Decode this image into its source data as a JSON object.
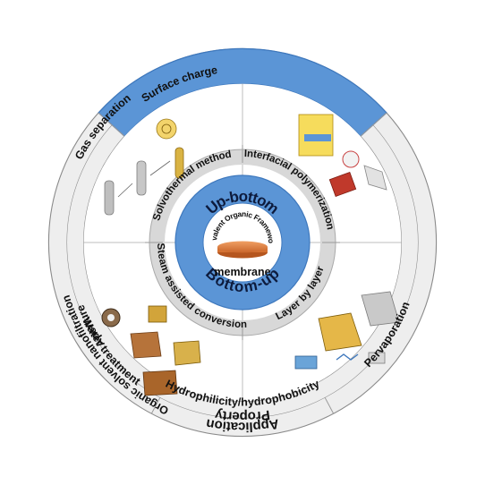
{
  "application": {
    "title": "Application",
    "left": "Gas separation",
    "right": "Organic solvent nanofiltration",
    "bottom_left": "Water treatment",
    "bottom_right": "Pervaporation"
  },
  "property": {
    "title": "Property",
    "left": "Surface charge",
    "right": "Aperture",
    "bottom": "Hydrophilicity/hydrophobicity"
  },
  "methods": {
    "top_left": "Solvothermal method",
    "top_right": "Interfacial polymerization",
    "bottom_left": "Steam assisted conversion",
    "bottom_right": "Layer by layer"
  },
  "center": {
    "top": "Up-bottom",
    "bottom": "Bottom-up",
    "ring_text": "Covalent Organic Framework",
    "membrane": "membrane"
  },
  "colors": {
    "accent_blue": "#5b95d6",
    "accent_blue_dark": "#3e78bd",
    "ring_light": "#eeeeee",
    "ring_mid": "#d9d9d9",
    "disc_orange": "#e8843e"
  }
}
